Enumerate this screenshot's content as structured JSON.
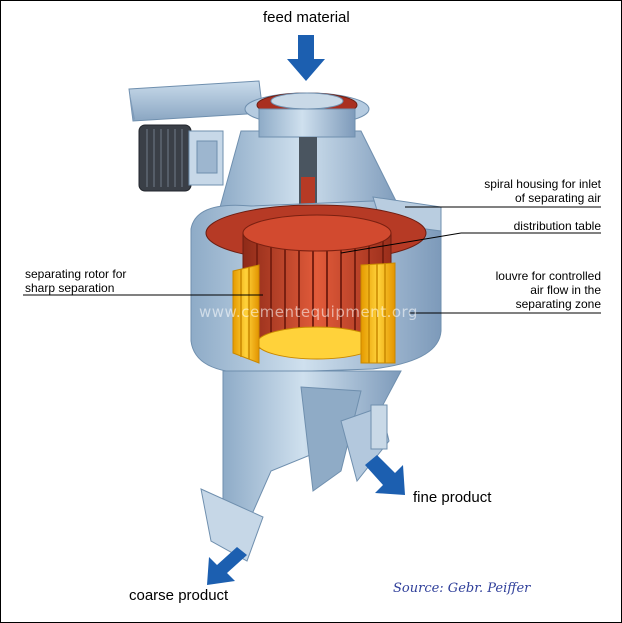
{
  "labels": {
    "feed_material": "feed material",
    "spiral_housing": [
      "spiral housing for inlet",
      "of separating air"
    ],
    "distribution_table": "distribution table",
    "separating_rotor": [
      "separating rotor for",
      "sharp separation"
    ],
    "louvre": [
      "louvre for controlled",
      "air flow in the",
      "separating zone"
    ],
    "fine_product": "fine product",
    "coarse_product": "coarse product"
  },
  "source": "Source: Gebr. Peiffer",
  "watermark": "www.cementequipment.org",
  "colors": {
    "steel": "#a9c4dc",
    "steel_dark": "#6f8fae",
    "rotor_red": "#c8432a",
    "louvre_yellow": "#f2b500",
    "arrow_blue": "#1c5fb0",
    "source_text": "#2f3f9a"
  }
}
